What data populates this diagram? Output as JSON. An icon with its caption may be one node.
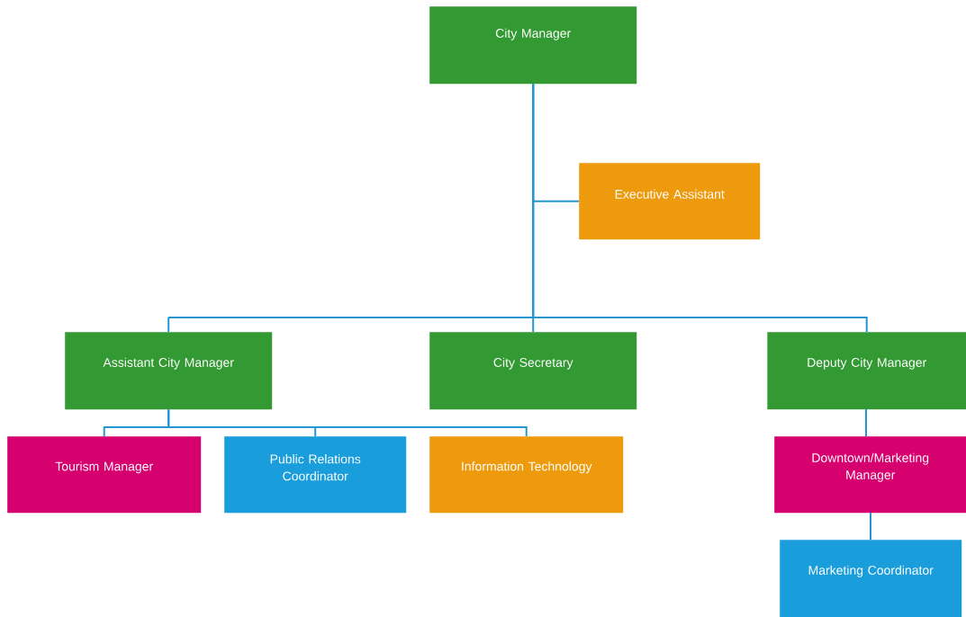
{
  "diagram": {
    "nodes": [
      {
        "text": [
          "City Manager"
        ]
      },
      {
        "text": [
          "Executive Assistant"
        ]
      },
      {
        "text": [
          "Assistant City Manager"
        ]
      },
      {
        "text": [
          "City Secretary"
        ]
      },
      {
        "text": [
          "Deputy City Manager"
        ]
      },
      {
        "text": [
          "Tourism Manager"
        ]
      },
      {
        "text": [
          "Public Relations Coordinator"
        ]
      },
      {
        "text": [
          "Information Technology"
        ]
      },
      {
        "text": [
          "Downtown/Marketing Manager"
        ]
      },
      {
        "text": [
          "Marketing Coordinator"
        ]
      }
    ],
    "edges": [
      {
        "from": 0,
        "to": 1,
        "arrow": "none"
      },
      {
        "from": 0,
        "to": 2,
        "arrow": "none"
      },
      {
        "from": 0,
        "to": 3,
        "arrow": "none"
      },
      {
        "from": 0,
        "to": 4,
        "arrow": "none"
      },
      {
        "from": 2,
        "to": 5,
        "arrow": "none"
      },
      {
        "from": 2,
        "to": 6,
        "arrow": "none"
      },
      {
        "from": 2,
        "to": 7,
        "arrow": "none"
      },
      {
        "from": 4,
        "to": 8,
        "arrow": "none"
      },
      {
        "from": 8,
        "to": 9,
        "arrow": "none"
      }
    ]
  }
}
